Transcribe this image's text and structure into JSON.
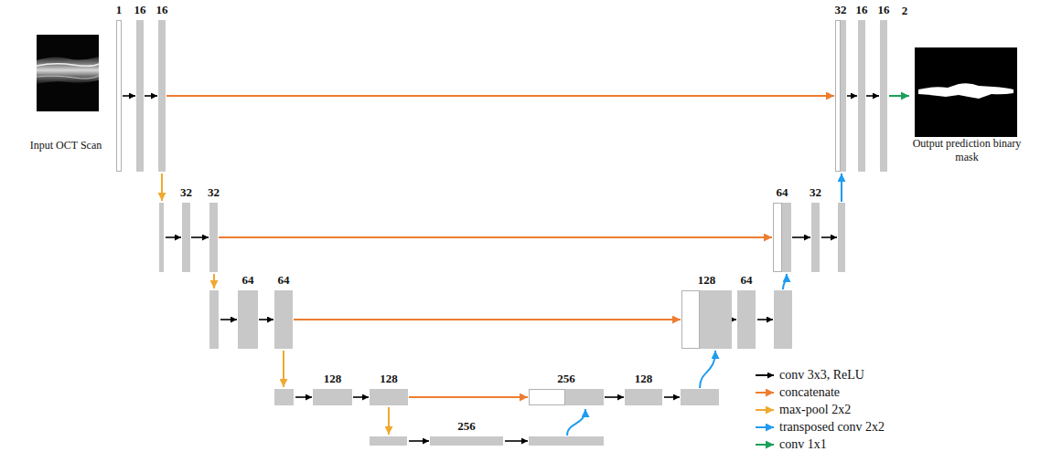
{
  "diagram": {
    "nodes": [
      {
        "text": [
          "1"
        ]
      },
      {
        "text": [
          "16"
        ]
      },
      {
        "text": [
          "16"
        ]
      },
      {
        "text": [
          "32"
        ]
      },
      {
        "text": [
          "32"
        ]
      },
      {
        "text": [
          "64"
        ]
      },
      {
        "text": [
          "64"
        ]
      },
      {
        "text": [
          "128"
        ]
      },
      {
        "text": [
          "128"
        ]
      },
      {
        "text": [
          "256"
        ]
      },
      {
        "text": [
          "256"
        ]
      },
      {
        "text": [
          "128"
        ]
      },
      {
        "text": [
          "128"
        ]
      },
      {
        "text": [
          "64"
        ]
      },
      {
        "text": [
          "64"
        ]
      },
      {
        "text": [
          "32"
        ]
      },
      {
        "text": [
          "32"
        ]
      },
      {
        "text": [
          "16"
        ]
      },
      {
        "text": [
          "16"
        ]
      }
    ],
    "edges": [
      {
        "from": 0,
        "to": 1,
        "arrow": "to"
      },
      {
        "from": 1,
        "to": 2,
        "arrow": "to"
      },
      {
        "from": 3,
        "to": 4,
        "arrow": "to"
      },
      {
        "from": 5,
        "to": 6,
        "arrow": "to"
      },
      {
        "from": 7,
        "to": 8,
        "arrow": "to"
      },
      {
        "from": 10,
        "to": 11,
        "arrow": "to"
      },
      {
        "from": 12,
        "to": 13,
        "arrow": "to"
      },
      {
        "from": 14,
        "to": 15,
        "arrow": "to"
      },
      {
        "from": 16,
        "to": 17,
        "arrow": "to"
      },
      {
        "from": 17,
        "to": 18,
        "arrow": "to"
      },
      {
        "from": 2,
        "to": 16,
        "arrow": "to"
      },
      {
        "from": 4,
        "to": 14,
        "arrow": "to"
      },
      {
        "from": 6,
        "to": 12,
        "arrow": "to"
      },
      {
        "from": 8,
        "to": 10,
        "arrow": "to"
      }
    ],
    "labels": [
      "Input OCT Scan",
      "2",
      "Output prediction binary mask"
    ],
    "legend": [
      {
        "text": "conv 3x3, ReLU"
      },
      {
        "text": "concatenate"
      },
      {
        "text": "max-pool 2x2"
      },
      {
        "text": "transposed conv 2x2"
      },
      {
        "text": "conv 1x1"
      }
    ]
  }
}
